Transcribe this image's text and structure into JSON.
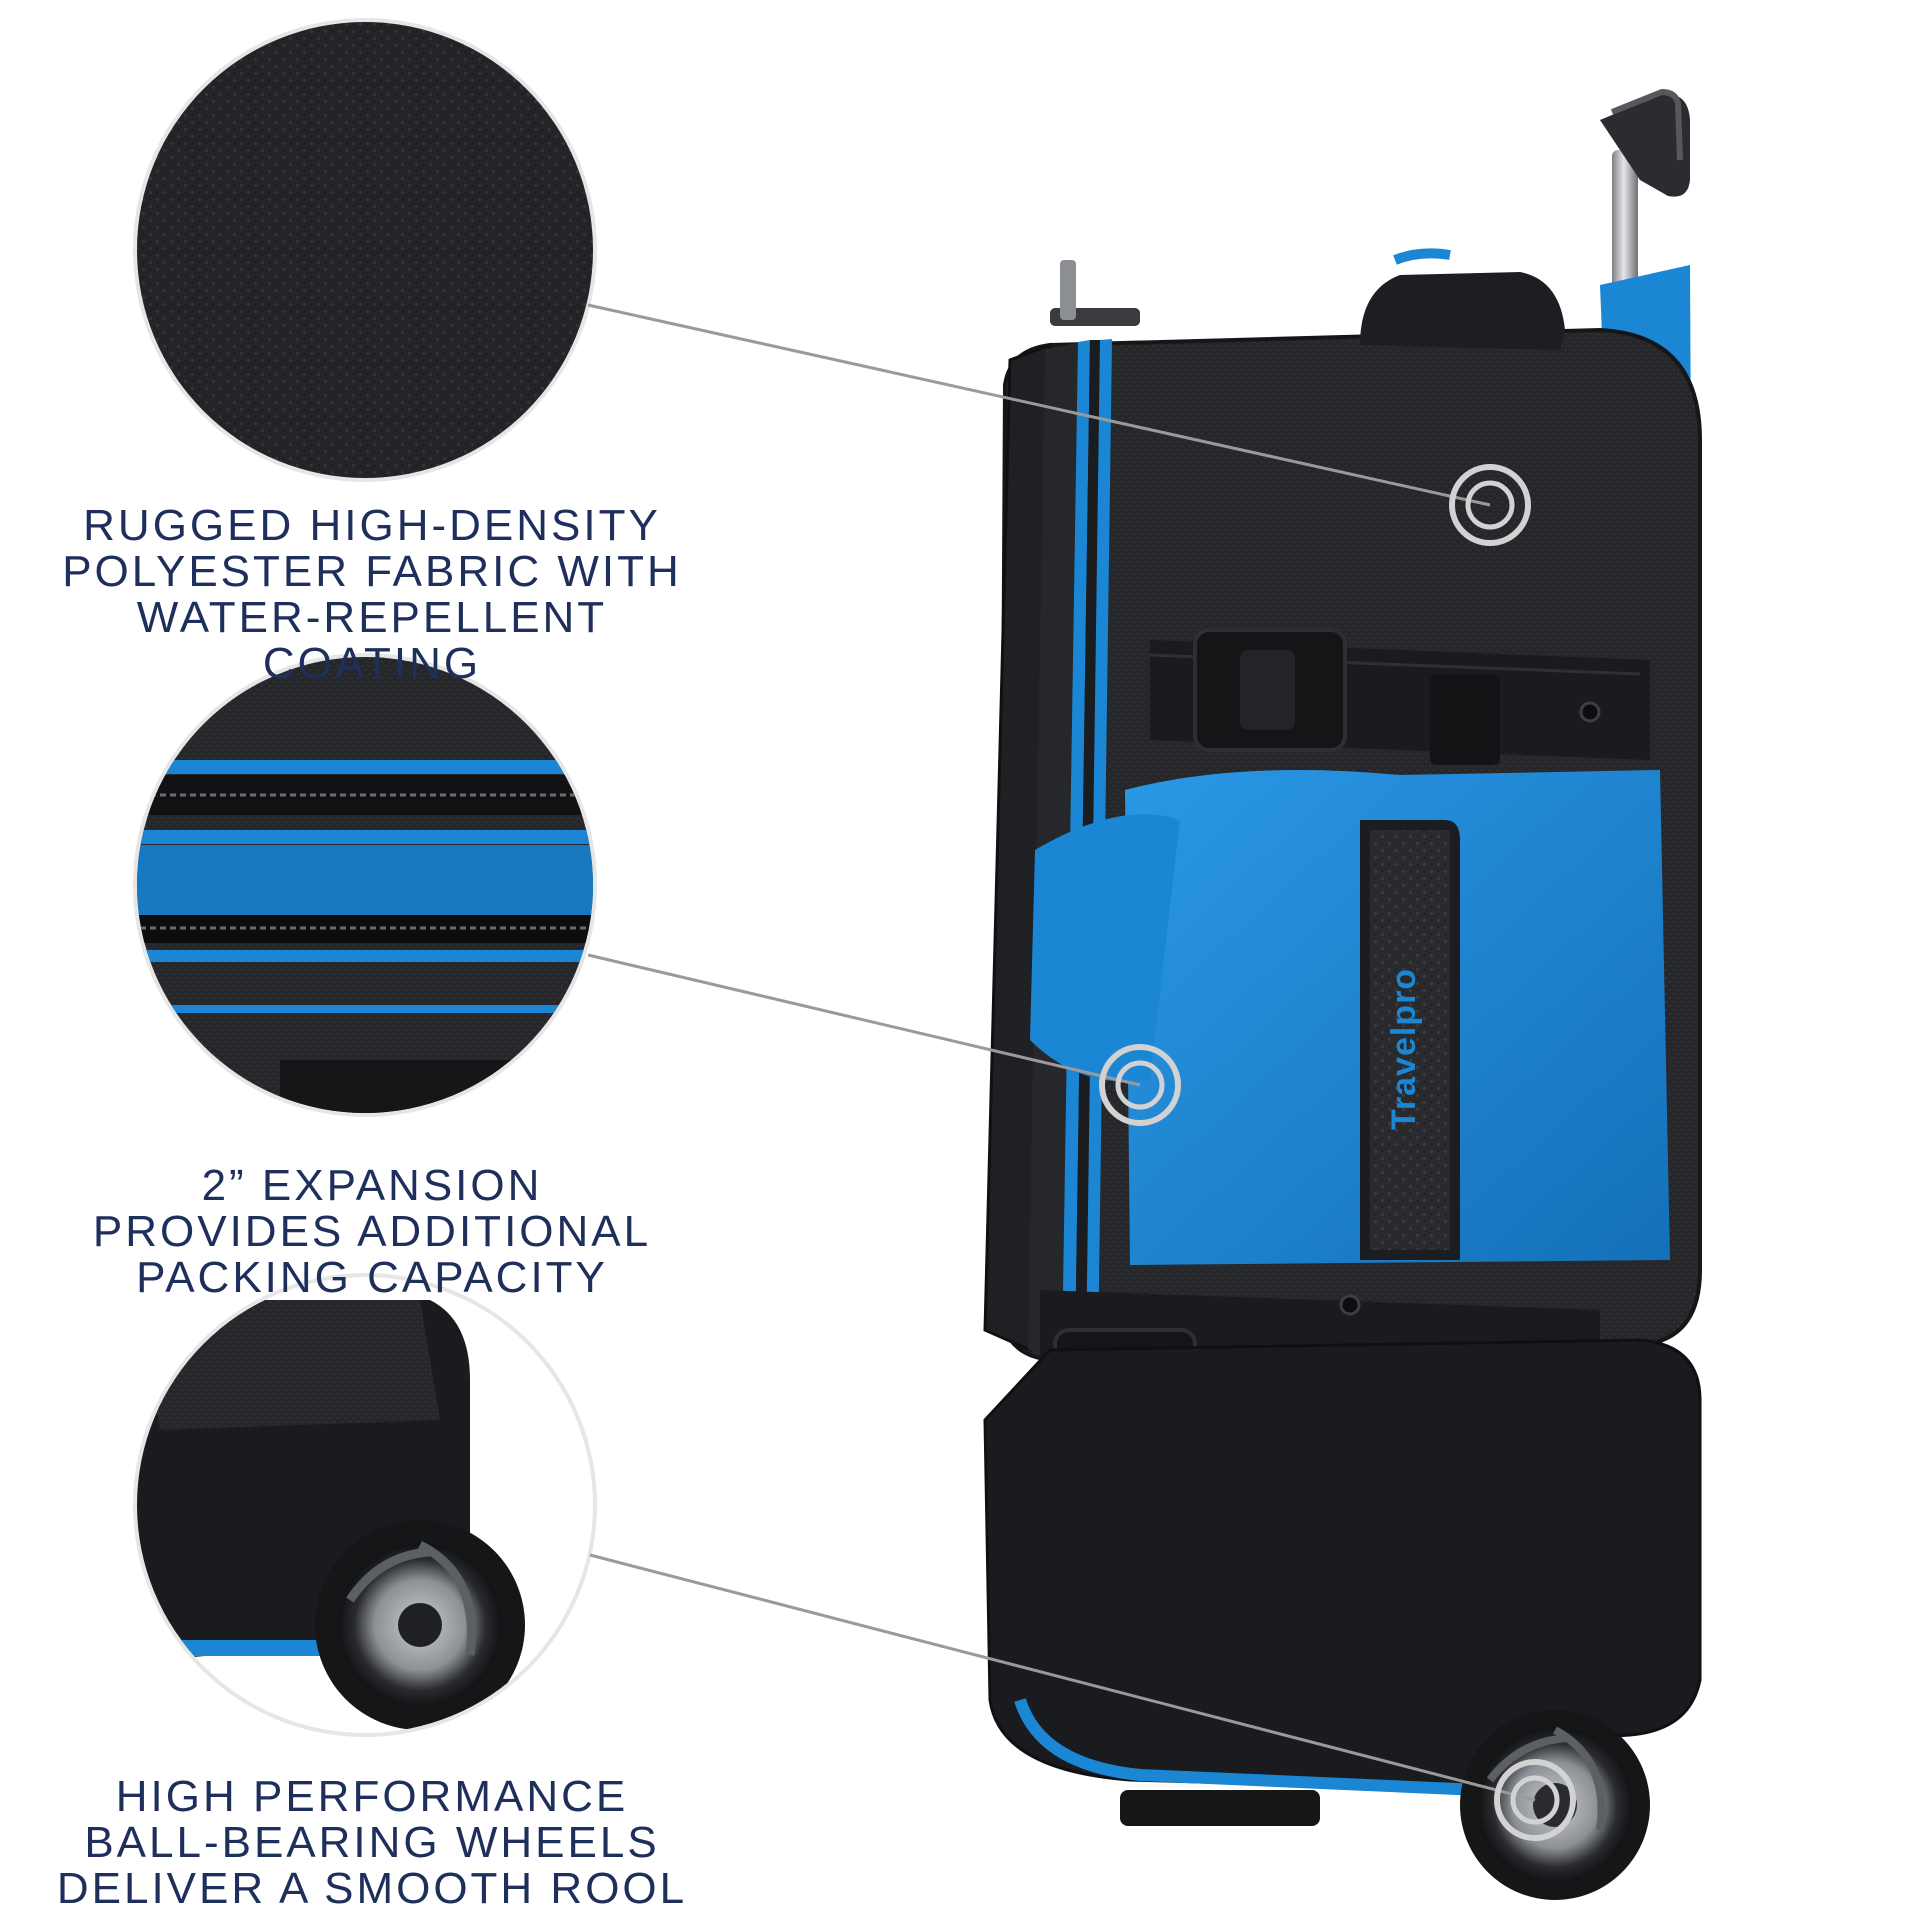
{
  "colors": {
    "text_navy": "#1f2f5c",
    "bag_black": "#232427",
    "bag_blue": "#1b86d4",
    "pointer_line": "#9a9a9a",
    "background": "#ffffff"
  },
  "brand": {
    "logo_text": "Travelpro"
  },
  "callouts": [
    {
      "id": "fabric",
      "lines": [
        "RUGGED HIGH-DENSITY",
        "POLYESTER FABRIC WITH",
        "WATER-REPELLENT COATING"
      ],
      "icon": "fabric-closeup"
    },
    {
      "id": "expansion",
      "lines": [
        "2” EXPANSION",
        "PROVIDES ADDITIONAL",
        "PACKING CAPACITY"
      ],
      "icon": "zipper-closeup"
    },
    {
      "id": "wheels",
      "lines": [
        "HIGH PERFORMANCE",
        "BALL-BEARING WHEELS",
        "DELIVER A SMOOTH ROOL"
      ],
      "icon": "wheel-closeup"
    }
  ]
}
